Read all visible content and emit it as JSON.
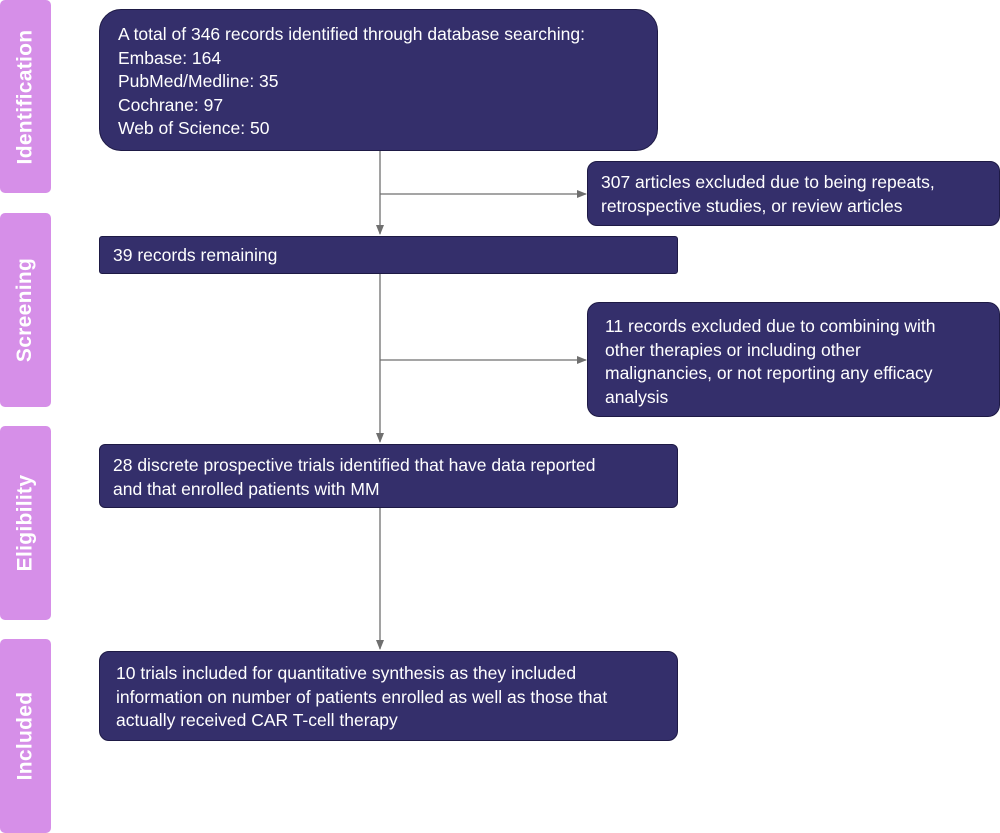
{
  "stages": [
    {
      "id": "identification",
      "label": "Identification"
    },
    {
      "id": "screening",
      "label": "Screening"
    },
    {
      "id": "eligibility",
      "label": "Eligibility"
    },
    {
      "id": "included",
      "label": "Included"
    }
  ],
  "boxes": {
    "identified": {
      "lines": [
        "A total of 346 records identified through database searching:",
        "Embase: 164",
        "PubMed/Medline: 35",
        "Cochrane: 97",
        "Web of Science: 50"
      ]
    },
    "excluded_repeats": {
      "lines": [
        "307 articles excluded due to being repeats,",
        "retrospective studies, or review articles"
      ]
    },
    "remaining": {
      "lines": [
        "39 records remaining"
      ]
    },
    "excluded_therapies": {
      "lines": [
        "11 records excluded due to combining with",
        "other therapies or including other",
        "malignancies, or not reporting any efficacy",
        "analysis"
      ]
    },
    "trials": {
      "lines": [
        "28 discrete prospective trials identified that have data reported",
        "and that enrolled patients with MM"
      ]
    },
    "included": {
      "lines": [
        "10 trials included for quantitative synthesis as they included",
        "information on number of patients enrolled as well as those that",
        "actually received CAR T-cell therapy"
      ]
    }
  },
  "colors": {
    "stage_fill": "#d68fe8",
    "box_fill": "#342f6b",
    "connector": "#6f6f6f"
  }
}
